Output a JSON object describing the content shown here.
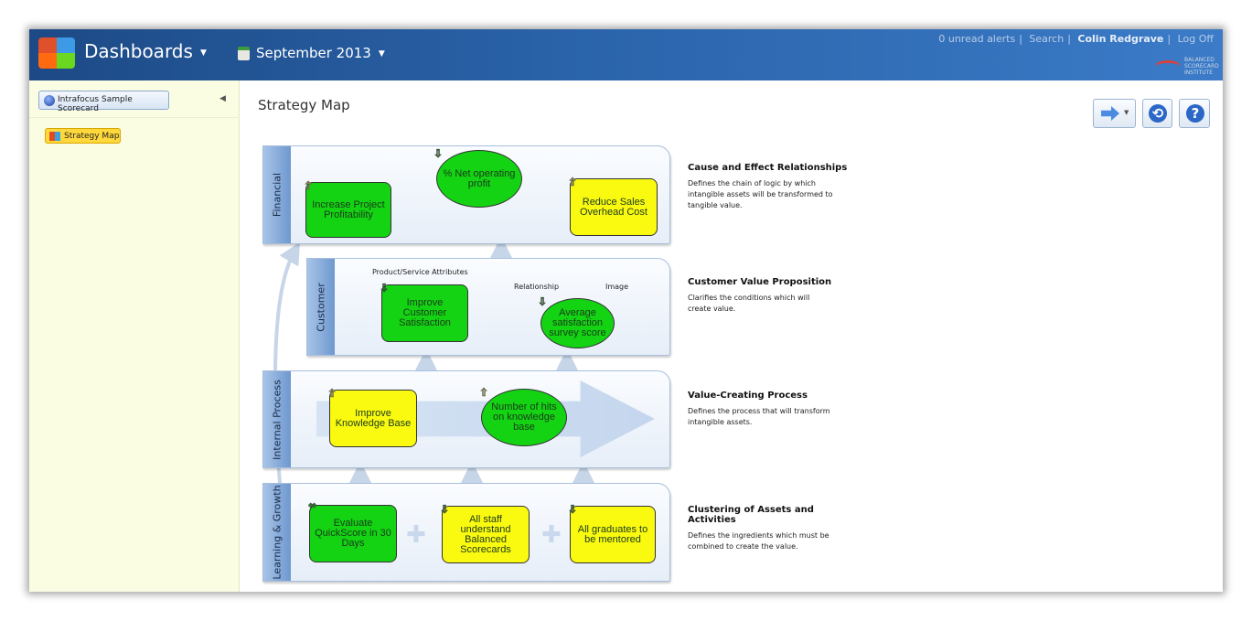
{
  "header": {
    "app_title": "Dashboards",
    "period": "September 2013",
    "alerts": "0 unread alerts",
    "search": "Search",
    "user": "Colin Redgrave",
    "logoff": "Log Off",
    "partner_logo": "BALANCED SCORECARD INSTITUTE"
  },
  "sidebar": {
    "scorecard": "Intrafocus Sample Scorecard",
    "items": [
      {
        "label": "Strategy Map"
      }
    ]
  },
  "main": {
    "title": "Strategy Map",
    "toolbar": [
      "export-icon",
      "history-icon",
      "help-icon"
    ]
  },
  "perspectives": [
    {
      "label": "Financial"
    },
    {
      "label": "Customer"
    },
    {
      "label": "Internal Process"
    },
    {
      "label": "Learning & Growth"
    }
  ],
  "customer_subheads": [
    "Product/Service Attributes",
    "Relationship",
    "Image"
  ],
  "objectives": [
    {
      "label": "Increase Project Profitability",
      "status": "green",
      "trend": "up"
    },
    {
      "label": "% Net operating profit",
      "status": "green",
      "trend": "down"
    },
    {
      "label": "Reduce Sales Overhead Cost",
      "status": "yellow",
      "trend": "up"
    },
    {
      "label": "Improve Customer Satisfaction",
      "status": "green",
      "trend": "down"
    },
    {
      "label": "Average satisfaction survey score",
      "status": "green",
      "trend": "down"
    },
    {
      "label": "Improve Knowledge Base",
      "status": "yellow",
      "trend": "up"
    },
    {
      "label": "Number of hits on knowledge base",
      "status": "green",
      "trend": "up"
    },
    {
      "label": "Evaluate QuickScore in 30 Days",
      "status": "green",
      "trend": "both"
    },
    {
      "label": "All staff understand Balanced Scorecards",
      "status": "yellow",
      "trend": "down"
    },
    {
      "label": "All graduates to be mentored",
      "status": "yellow",
      "trend": "down"
    }
  ],
  "descriptions": [
    {
      "title": "Cause and Effect Relationships",
      "text": "Defines the chain of logic by which intangible assets will be transformed to tangible value."
    },
    {
      "title": "Customer Value Proposition",
      "text": "Clarifies the conditions which will create value."
    },
    {
      "title": "Value-Creating Process",
      "text": "Defines the process that will transform intangible assets."
    },
    {
      "title": "Clustering of Assets and Activities",
      "text": "Defines the ingredients which must be combined to create the value."
    }
  ]
}
